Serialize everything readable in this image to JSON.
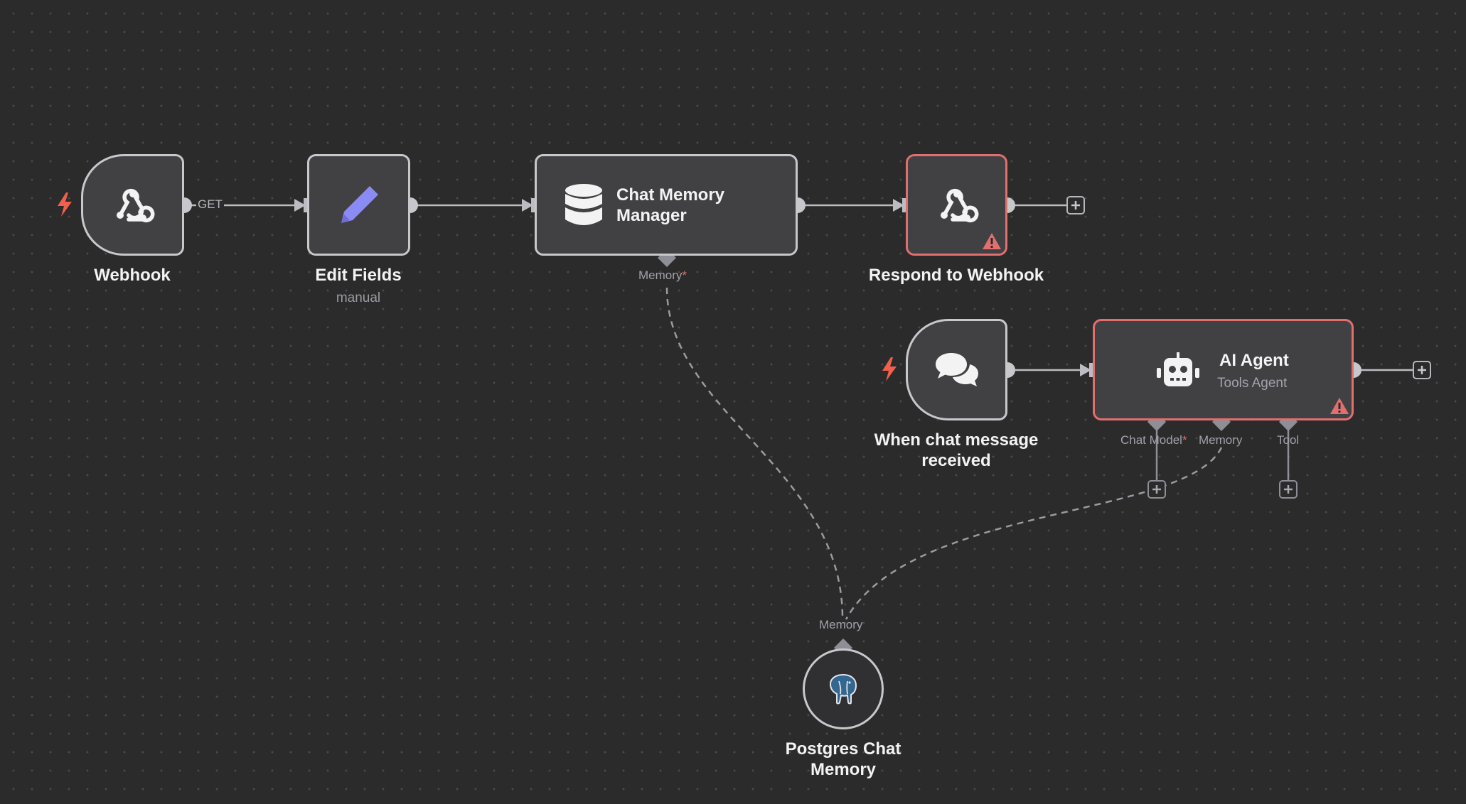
{
  "canvas": {
    "background": "#2b2b2b",
    "node_border": "#c8c8cc",
    "error_color": "#e26f6f",
    "trigger_color": "#f0604d",
    "accent_pencil": "#8b8bf5"
  },
  "nodes": {
    "webhook": {
      "title": "Webhook",
      "icon": "webhook-icon"
    },
    "edit_fields": {
      "title": "Edit Fields",
      "subtitle": "manual",
      "icon": "pencil-icon"
    },
    "chat_memory_manager": {
      "title_line1": "Chat Memory",
      "title_line2": "Manager",
      "icon": "database-icon",
      "port_label": "Memory",
      "required": "*"
    },
    "respond_to_webhook": {
      "title": "Respond to Webhook",
      "icon": "webhook-icon",
      "status": "warning"
    },
    "chat_trigger": {
      "title_line1": "When chat message",
      "title_line2": "received",
      "icon": "chat-bubbles-icon"
    },
    "ai_agent": {
      "title": "AI Agent",
      "subtitle": "Tools Agent",
      "icon": "robot-icon",
      "status": "warning",
      "ports": {
        "chat_model": "Chat Model",
        "chat_model_required": "*",
        "memory": "Memory",
        "tool": "Tool"
      }
    },
    "postgres_memory": {
      "title_line1": "Postgres Chat",
      "title_line2": "Memory",
      "icon": "postgres-elephant-icon",
      "port_label": "Memory"
    }
  },
  "edges": {
    "webhook_method": "GET"
  }
}
